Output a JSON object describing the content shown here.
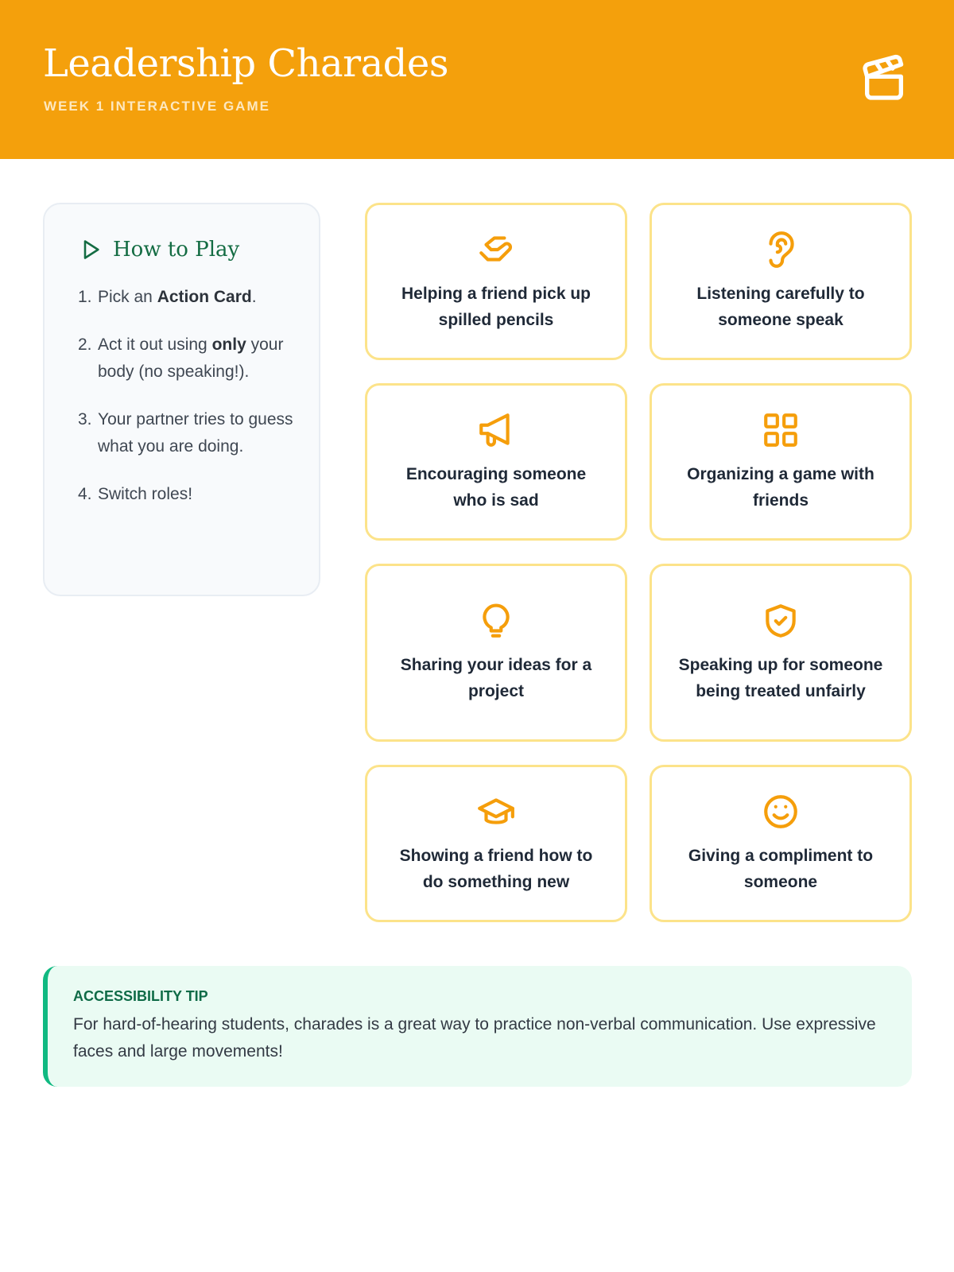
{
  "header": {
    "title": "Leadership Charades",
    "subtitle": "WEEK 1 INTERACTIVE GAME",
    "icon": "clapperboard-icon"
  },
  "how_to_play": {
    "title": "How to Play",
    "icon": "play-icon",
    "steps": [
      {
        "num": "1.",
        "pre": "Pick an ",
        "bold": "Action Card",
        "post": "."
      },
      {
        "num": "2.",
        "pre": "Act it out using ",
        "bold": "only",
        "post": " your body (no speaking!)."
      },
      {
        "num": "3.",
        "pre": "Your partner tries to guess what you are doing.",
        "bold": "",
        "post": ""
      },
      {
        "num": "4.",
        "pre": "Switch roles!",
        "bold": "",
        "post": ""
      }
    ]
  },
  "cards": [
    {
      "label": "Helping a friend pick up spilled pencils",
      "icon": "helping-hand-icon"
    },
    {
      "label": "Listening carefully to someone speak",
      "icon": "ear-icon"
    },
    {
      "label": "Encouraging someone who is sad",
      "icon": "megaphone-icon"
    },
    {
      "label": "Organizing a game with friends",
      "icon": "grid-icon"
    },
    {
      "label": "Sharing your ideas for a project",
      "icon": "lightbulb-icon"
    },
    {
      "label": "Speaking up for someone being treated unfairly",
      "icon": "shield-check-icon"
    },
    {
      "label": "Showing a friend how to do something new",
      "icon": "graduation-cap-icon"
    },
    {
      "label": "Giving a compliment to someone",
      "icon": "smile-icon"
    }
  ],
  "tip": {
    "heading": "ACCESSIBILITY TIP",
    "text": "For hard-of-hearing students, charades is a great way to practice non-verbal communication. Use expressive faces and large movements!"
  },
  "colors": {
    "accent": "#F4A00C",
    "green": "#146C43",
    "card_border": "#FCE38A"
  }
}
